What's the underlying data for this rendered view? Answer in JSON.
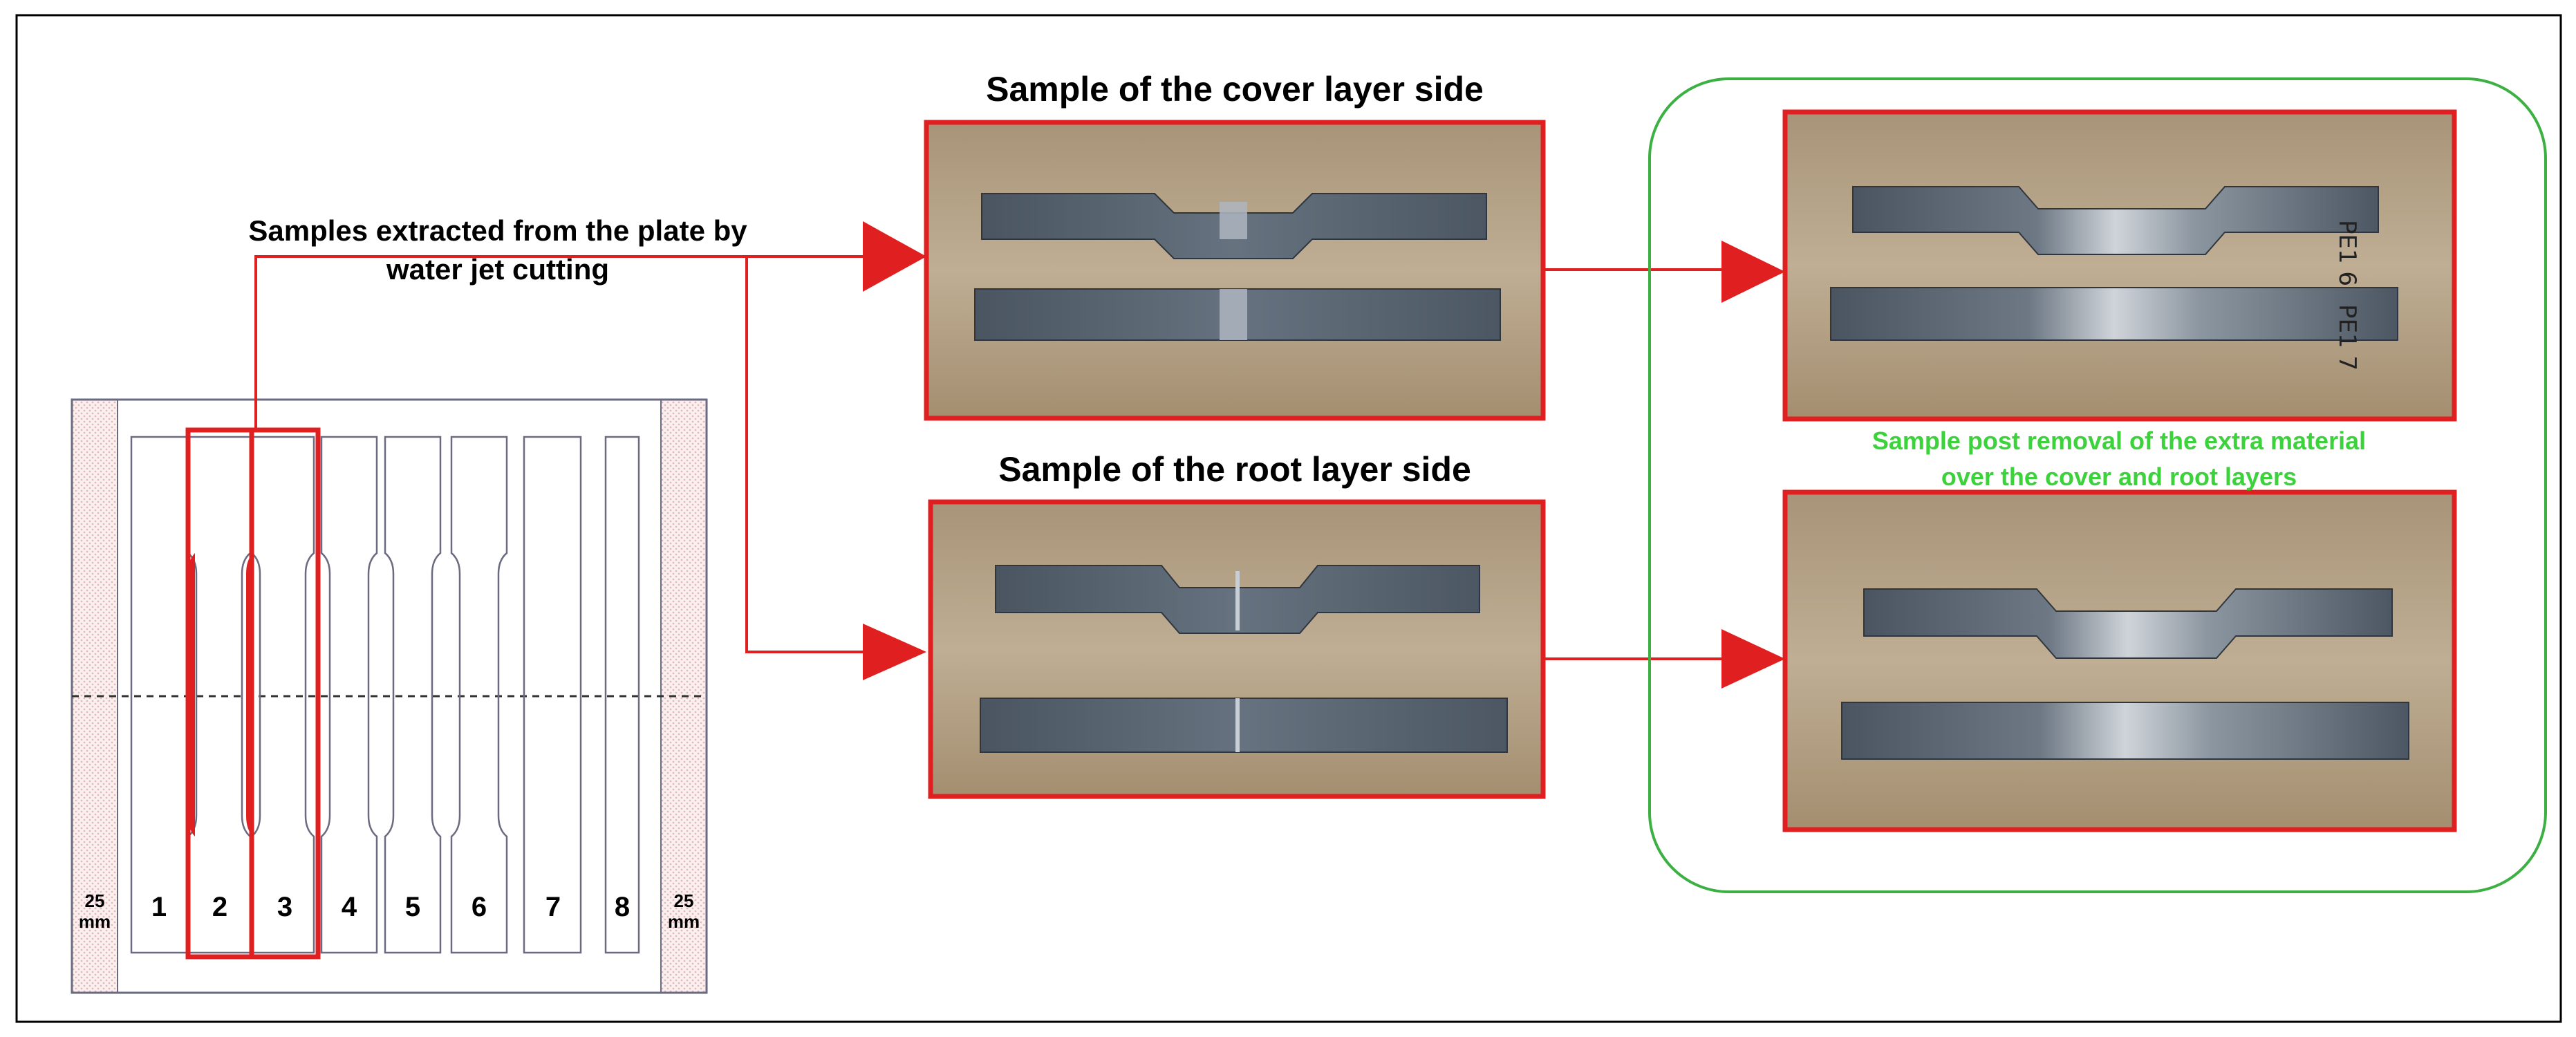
{
  "titles": {
    "cover": "Sample of the cover layer side",
    "root": "Sample of the root layer side"
  },
  "extraction": {
    "line1": "Samples extracted from the plate by",
    "line2": "water jet cutting"
  },
  "post_removal": {
    "line1": "Sample post removal of the extra material",
    "line2": "over the cover and root layers"
  },
  "plate": {
    "strips": [
      "1",
      "2",
      "3",
      "4",
      "5",
      "6",
      "7",
      "8"
    ],
    "margin_value": "25",
    "margin_unit": "mm",
    "selected_strips": [
      "2",
      "3"
    ]
  },
  "photos": {
    "cover_before": {},
    "root_before": {},
    "cover_after": {
      "handwriting_top": "PE1 6",
      "handwriting_bottom": "PE1 7"
    },
    "root_after": {}
  },
  "colors": {
    "highlight_red": "#e02020",
    "group_green": "#3cb043",
    "caption_green": "#3bd23b",
    "photo_background": "#b8a58c",
    "steel": "#55606d",
    "margin_hatch": "#f3dcdc"
  }
}
